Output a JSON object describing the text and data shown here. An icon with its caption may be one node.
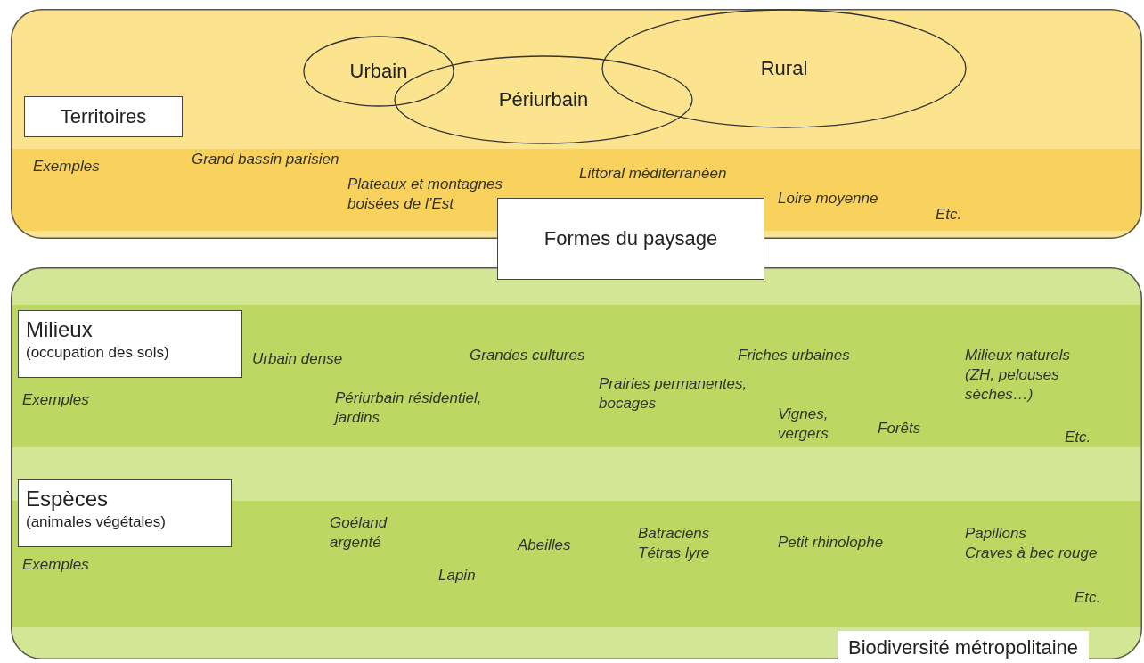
{
  "diagram": {
    "nodes": [
      {
        "text": [],
        "shape": "box"
      },
      {
        "text": [
          "Urbain"
        ],
        "in": 0
      },
      {
        "text": [
          "Périurbain"
        ],
        "in": 0
      },
      {
        "text": [
          "Rural"
        ],
        "in": 0
      },
      {
        "text": [
          "Territoires"
        ],
        "in": 0
      },
      {
        "text": [
          "Formes du paysage"
        ]
      },
      {
        "text": [
          "Biodiversité métropolitaine"
        ]
      },
      {
        "text": [
          "Milieux",
          "(occupation des sols)"
        ],
        "in": 6
      },
      {
        "text": [
          "Espèces",
          "(animales végétales)"
        ],
        "in": 6
      }
    ],
    "labels": [
      "Exemples",
      "Grand bassin parisien",
      "Plateaux et montagnes boisées de l’Est",
      "Littoral méditerranéen",
      "Loire moyenne",
      "Etc.",
      "Urbain dense",
      "Grandes cultures",
      "Friches urbaines",
      "Milieux naturels (ZH, pelouses sèches…)",
      "Exemples",
      "Périurbain résidentiel, jardins",
      "Prairies permanentes, bocages",
      "Vignes, vergers",
      "Forêts",
      "Etc.",
      "Goéland argenté",
      "Abeilles",
      "Batraciens",
      "Tétras lyre",
      "Petit rhinolophe",
      "Papillons",
      "Craves à bec rouge",
      "Exemples",
      "Lapin",
      "Etc."
    ]
  }
}
